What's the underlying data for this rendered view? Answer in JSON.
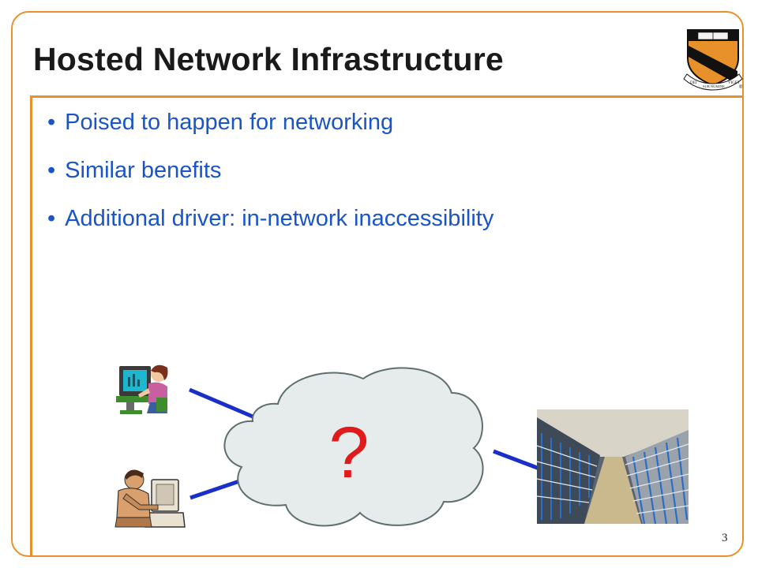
{
  "slide": {
    "title": "Hosted Network Infrastructure",
    "bullets": [
      "Poised to happen for networking",
      "Similar benefits",
      "Additional driver: in-network inaccessibility"
    ],
    "cloud_label": "?",
    "page_number": "3"
  },
  "logo": {
    "icon": "princeton-shield-icon",
    "motto_lines": [
      "DEI",
      "SUB NUMINE",
      "VIGET"
    ],
    "registered_mark": "®"
  },
  "colors": {
    "accent": "#e8912a",
    "bullet_text": "#1a55c8",
    "question_mark": "#e01b1b",
    "link_line": "#1a2fc8"
  }
}
